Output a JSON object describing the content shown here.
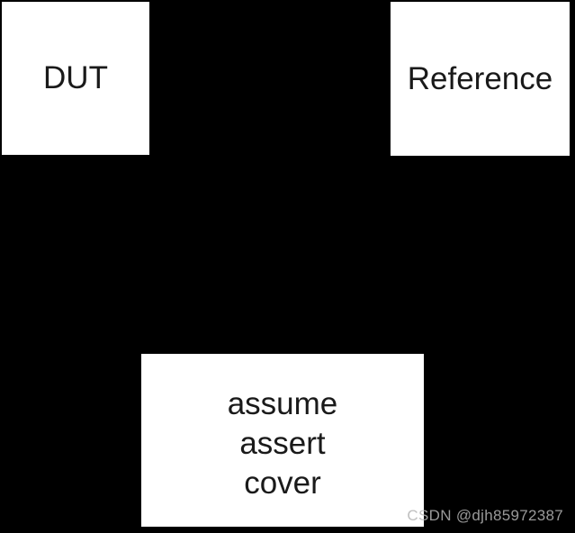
{
  "diagram": {
    "type": "block-diagram",
    "background_color": "#000000",
    "nodes": {
      "dut": {
        "label": "DUT",
        "fill": "#ffffff",
        "text_color": "#1a1a1a"
      },
      "reference": {
        "label": "Reference",
        "fill": "#ffffff",
        "text_color": "#1a1a1a"
      },
      "checker": {
        "lines": [
          "assume",
          "assert",
          "cover"
        ],
        "fill": "#ffffff",
        "text_color": "#1a1a1a"
      }
    }
  },
  "watermark": {
    "text": "CSDN @djh85972387",
    "color": "#b4b4b4"
  }
}
